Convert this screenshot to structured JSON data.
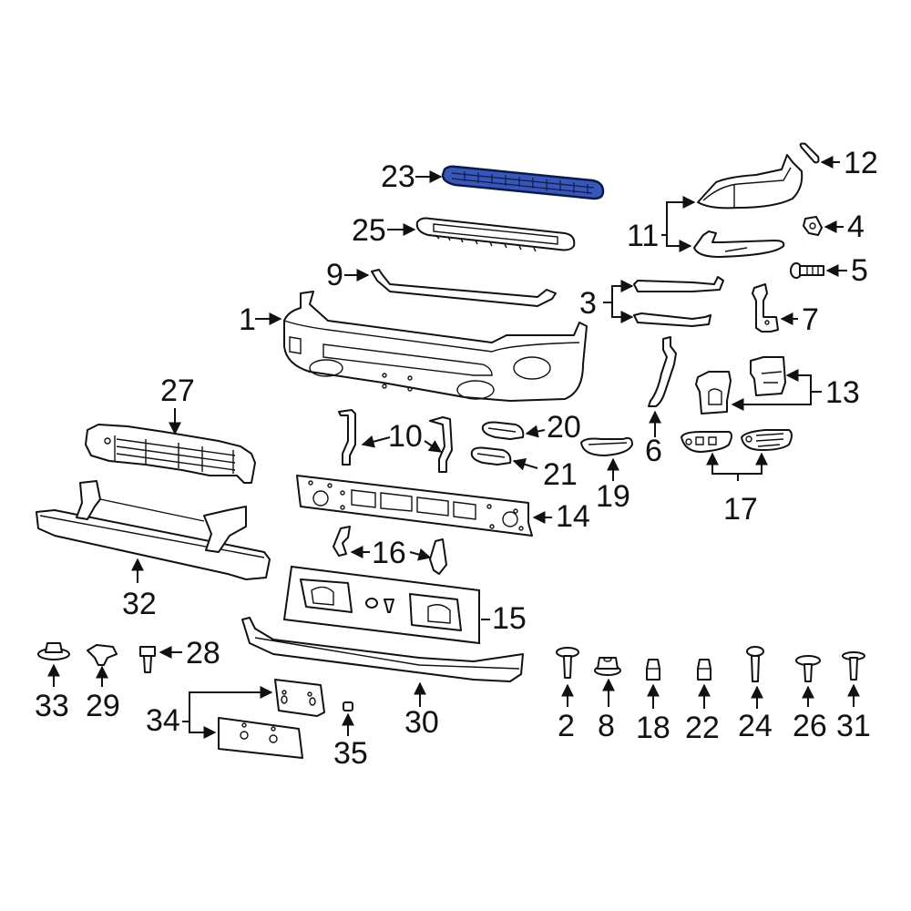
{
  "diagram": {
    "title": "Front bumper assembly exploded parts diagram",
    "highlight_color": "#3a57b8",
    "highlighted_part": "23",
    "callouts": [
      {
        "id": "1",
        "label": "1",
        "part": "bumper-cover"
      },
      {
        "id": "2",
        "label": "2",
        "part": "push-pin-retainer"
      },
      {
        "id": "3",
        "label": "3",
        "part": "upper-trim-strips"
      },
      {
        "id": "4",
        "label": "4",
        "part": "clip-nut"
      },
      {
        "id": "5",
        "label": "5",
        "part": "bolt"
      },
      {
        "id": "6",
        "label": "6",
        "part": "side-bracket"
      },
      {
        "id": "7",
        "label": "7",
        "part": "mounting-bracket"
      },
      {
        "id": "8",
        "label": "8",
        "part": "flange-nut"
      },
      {
        "id": "9",
        "label": "9",
        "part": "upper-molding"
      },
      {
        "id": "10",
        "label": "10",
        "part": "support-brackets"
      },
      {
        "id": "11",
        "label": "11",
        "part": "end-caps"
      },
      {
        "id": "12",
        "label": "12",
        "part": "end-cap-insert"
      },
      {
        "id": "13",
        "label": "13",
        "part": "end-brackets"
      },
      {
        "id": "14",
        "label": "14",
        "part": "center-support-panel"
      },
      {
        "id": "15",
        "label": "15",
        "part": "sensor-bracket-kit"
      },
      {
        "id": "16",
        "label": "16",
        "part": "lower-brackets"
      },
      {
        "id": "17",
        "label": "17",
        "part": "fog-lamp-brackets"
      },
      {
        "id": "18",
        "label": "18",
        "part": "nut-18"
      },
      {
        "id": "19",
        "label": "19",
        "part": "fog-lamp-bezel"
      },
      {
        "id": "20",
        "label": "20",
        "part": "upper-bezel"
      },
      {
        "id": "21",
        "label": "21",
        "part": "lower-bezel"
      },
      {
        "id": "22",
        "label": "22",
        "part": "nut-22"
      },
      {
        "id": "23",
        "label": "23",
        "part": "grille-insert"
      },
      {
        "id": "24",
        "label": "24",
        "part": "screw-24"
      },
      {
        "id": "25",
        "label": "25",
        "part": "grille-trim"
      },
      {
        "id": "26",
        "label": "26",
        "part": "push-rivet"
      },
      {
        "id": "27",
        "label": "27",
        "part": "active-grille-shutter"
      },
      {
        "id": "28",
        "label": "28",
        "part": "bolt-28"
      },
      {
        "id": "29",
        "label": "29",
        "part": "u-nut"
      },
      {
        "id": "30",
        "label": "30",
        "part": "lower-air-dam"
      },
      {
        "id": "31",
        "label": "31",
        "part": "retainer-31"
      },
      {
        "id": "32",
        "label": "32",
        "part": "impact-bar"
      },
      {
        "id": "33",
        "label": "33",
        "part": "flange-nut-33"
      },
      {
        "id": "34",
        "label": "34",
        "part": "license-brackets"
      },
      {
        "id": "35",
        "label": "35",
        "part": "spacer"
      }
    ]
  }
}
